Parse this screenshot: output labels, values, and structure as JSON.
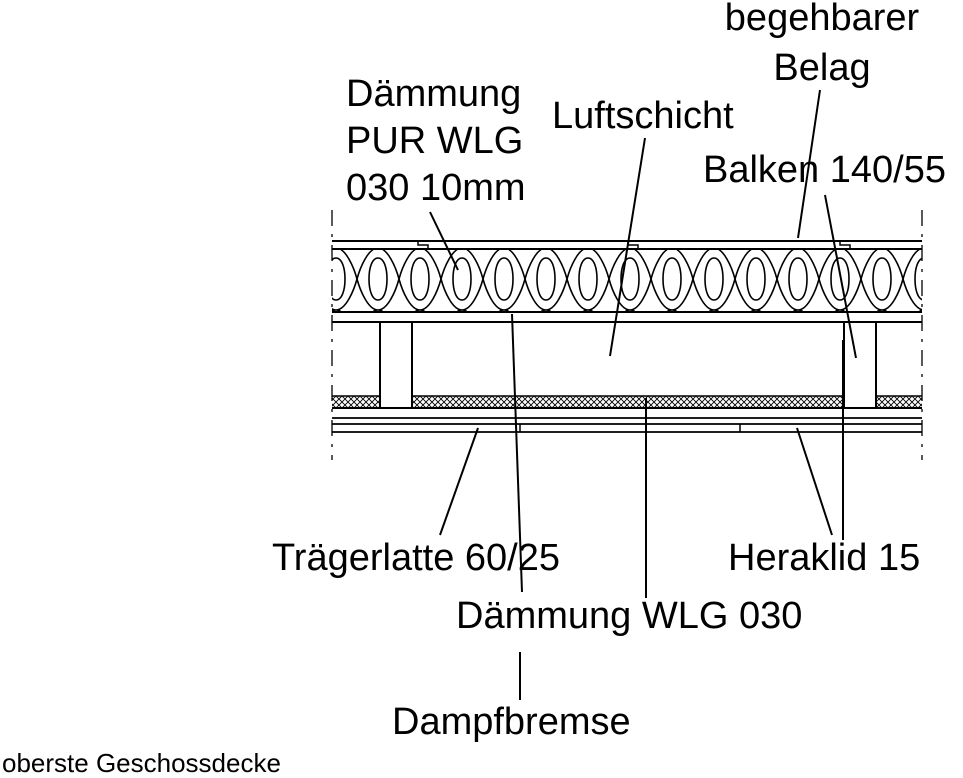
{
  "labels": {
    "belag_line1": "begehbarer",
    "belag_line2": "Belag",
    "pur_line1": "Dämmung",
    "pur_line2": "PUR WLG",
    "pur_line3": "030 10mm",
    "luftschicht": "Luftschicht",
    "balken": "Balken 140/55",
    "traegerlatte": "Trägerlatte 60/25",
    "heraklid": "Heraklid 15",
    "daemmung_wlg": "Dämmung WLG 030",
    "dampfbremse": "Dampfbremse"
  },
  "caption": "oberste Geschossdecke",
  "colors": {
    "ink": "#000000",
    "background": "#ffffff"
  }
}
